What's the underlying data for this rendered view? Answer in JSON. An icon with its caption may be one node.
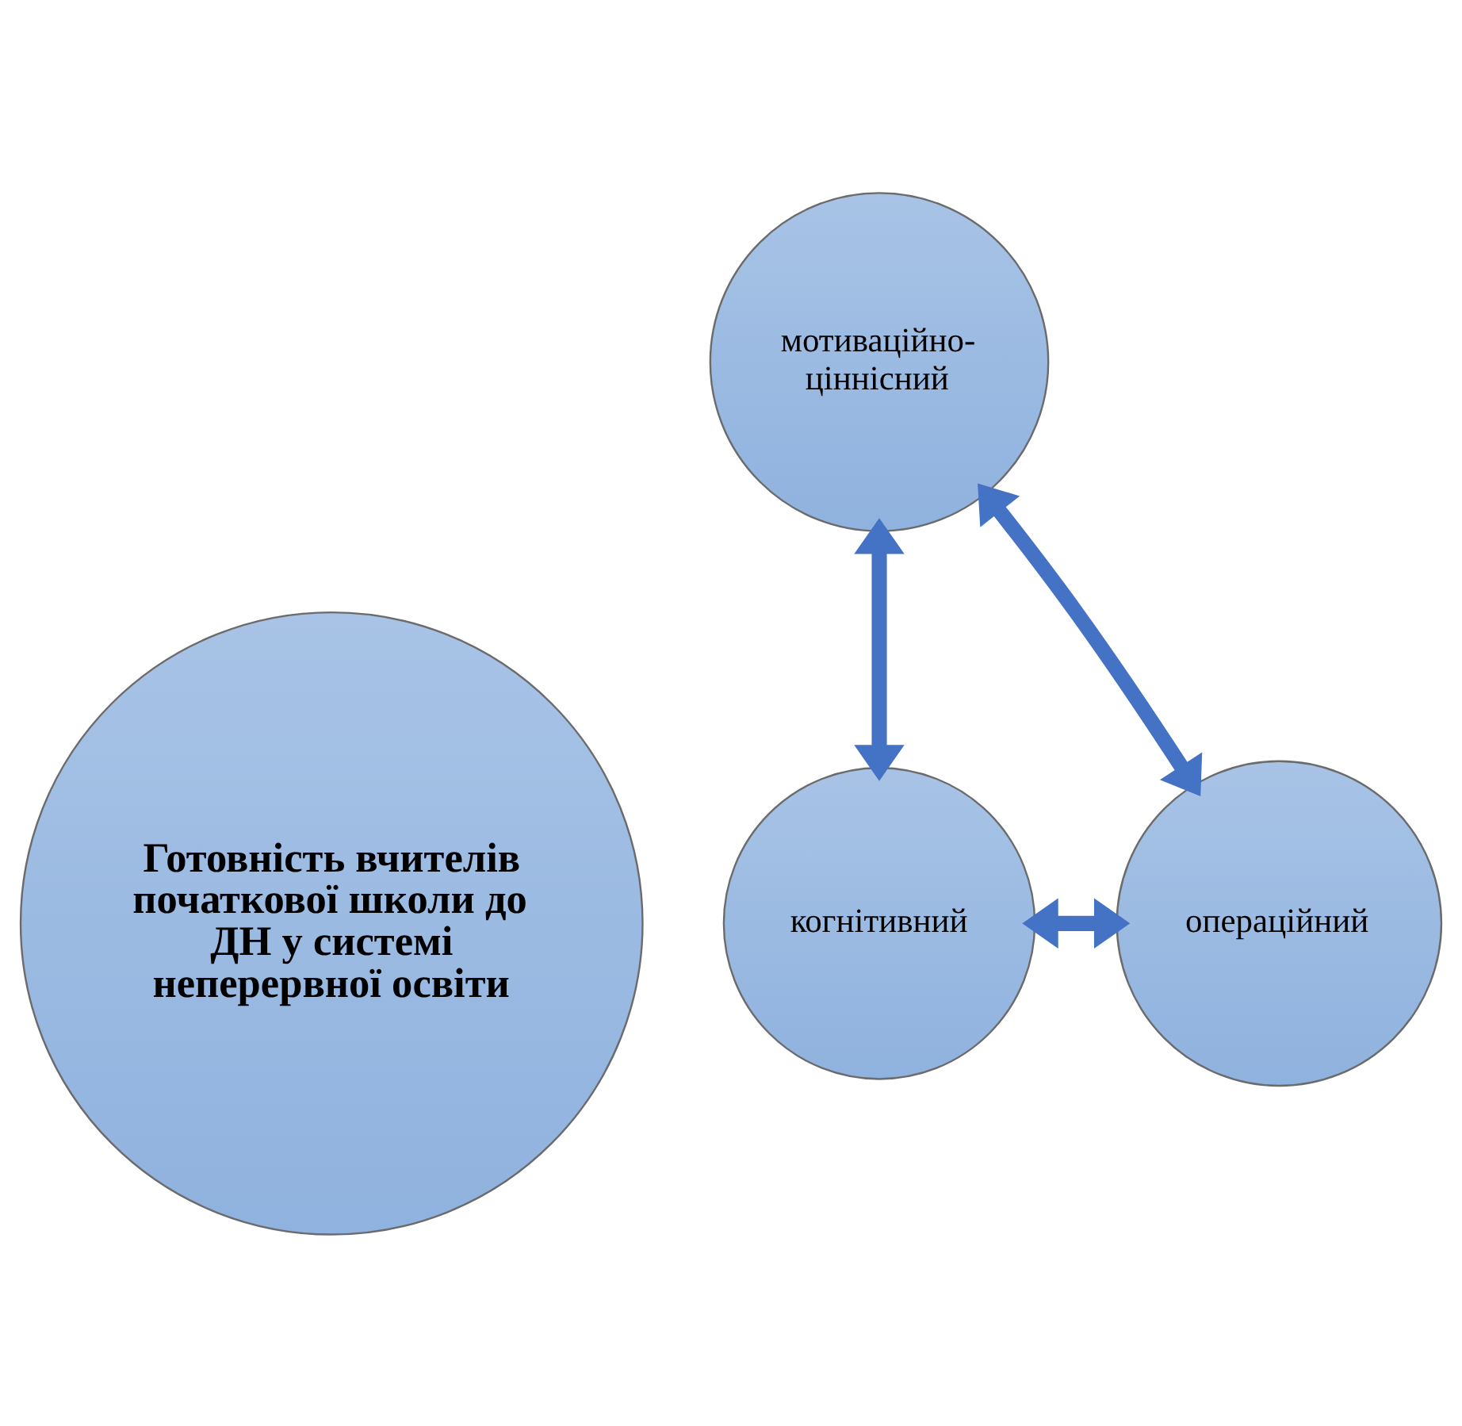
{
  "diagram": {
    "nodes": [
      {
        "text": [
          "мотиваційно-ціннісний"
        ]
      },
      {
        "text": [
          "Готовність вчителів початкової школи до ДН у системі неперервної освіти"
        ]
      },
      {
        "text": [
          "когнітивний"
        ]
      },
      {
        "text": [
          "операційний"
        ]
      }
    ],
    "edges": [
      {
        "from": 0,
        "to": 3,
        "arrow": "both"
      },
      {
        "from": 3,
        "to": 2,
        "arrow": "both"
      },
      {
        "from": 2,
        "to": 0,
        "arrow": "both"
      }
    ]
  }
}
